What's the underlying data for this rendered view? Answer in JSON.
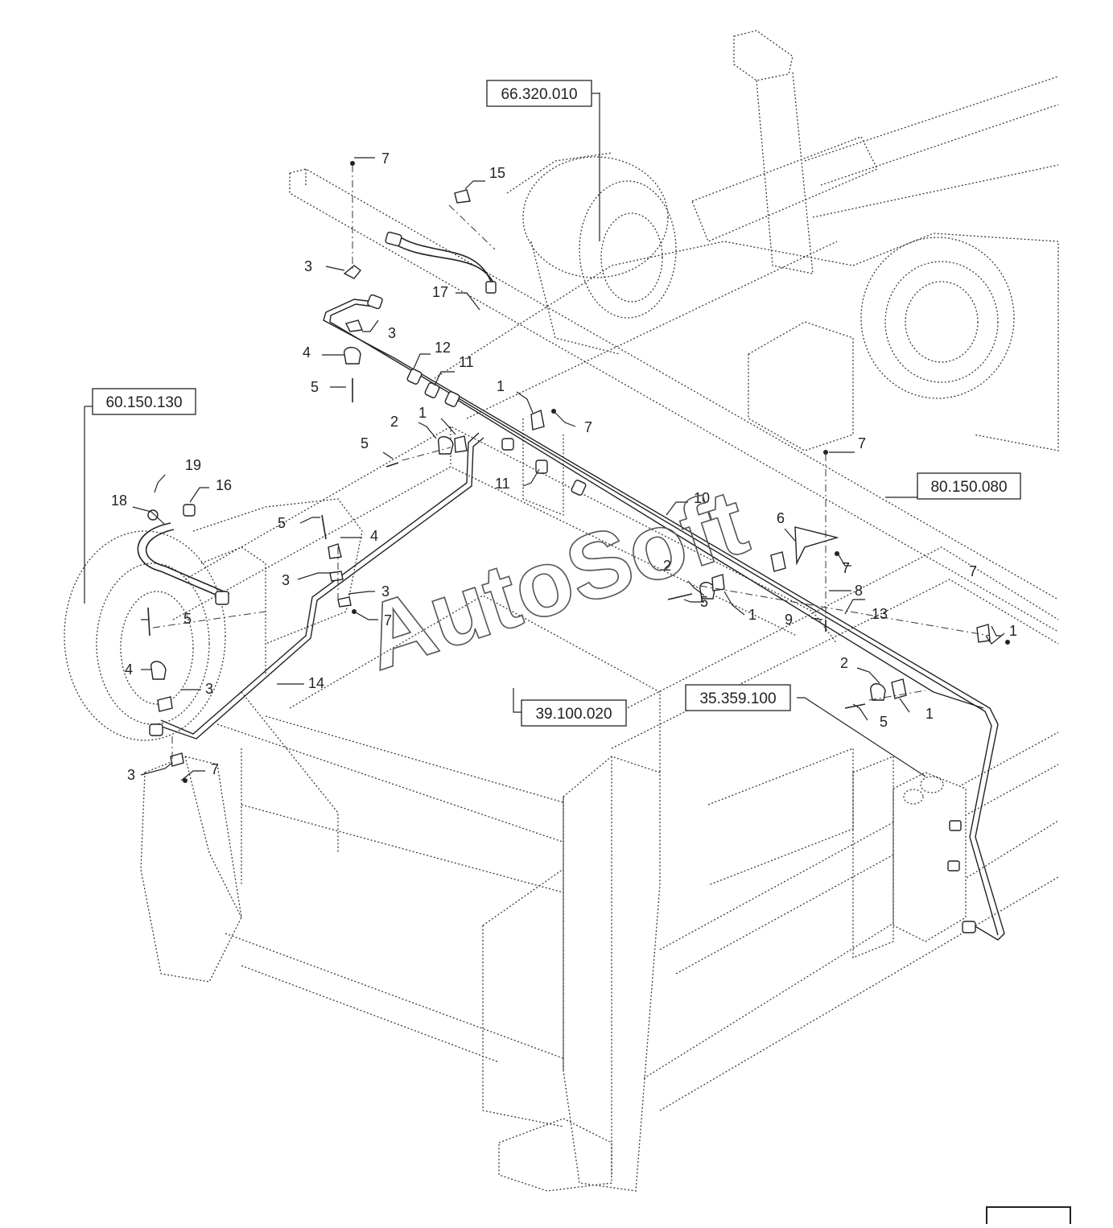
{
  "references": [
    {
      "id": "ref-66-320-010",
      "label": "66.320.010"
    },
    {
      "id": "ref-60-150-130",
      "label": "60.150.130"
    },
    {
      "id": "ref-80-150-080",
      "label": "80.150.080"
    },
    {
      "id": "ref-39-100-020",
      "label": "39.100.020"
    },
    {
      "id": "ref-35-359-100",
      "label": "35.359.100"
    }
  ],
  "callouts": {
    "c7a": "7",
    "c15": "15",
    "c3a": "3",
    "c17": "17",
    "c3b": "3",
    "c12": "12",
    "c4a": "4",
    "c11a": "11",
    "c5a": "5",
    "c1a": "1",
    "c7b": "7",
    "c2a": "2",
    "c1b": "1",
    "c5b": "5",
    "c7c": "7",
    "c11b": "11",
    "c19": "19",
    "c16": "16",
    "c10": "10",
    "c18": "18",
    "c5c": "5",
    "c4b": "4",
    "c6": "6",
    "c7d": "7",
    "c3c": "3",
    "c3d": "3",
    "c7e": "7",
    "c2b": "2",
    "c8": "8",
    "c7f": "7",
    "c5d": "5",
    "c1c": "1",
    "c13": "13",
    "c1d": "1",
    "c5e": "5",
    "c9": "9",
    "c4c": "4",
    "c3e": "3",
    "c14": "14",
    "c2c": "2",
    "c1e": "1",
    "c5f": "5",
    "c3f": "3",
    "c7g": "7"
  },
  "watermark": "AutoSoft"
}
